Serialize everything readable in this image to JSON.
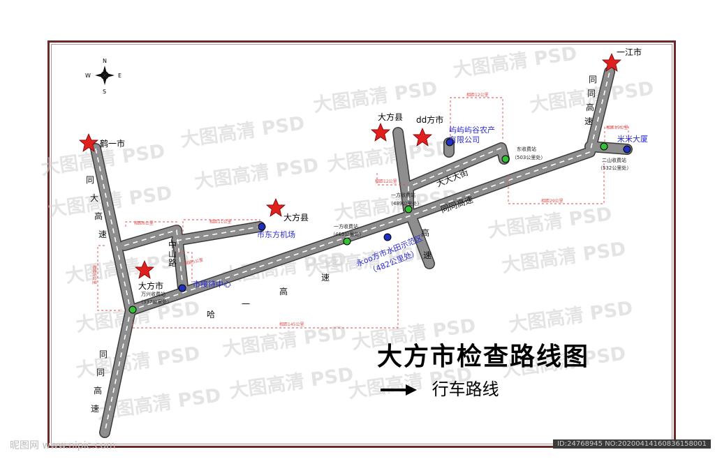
{
  "title": "大方市检查路线图",
  "legend": {
    "label": "行车路线"
  },
  "compass": {
    "n": "N",
    "s": "S",
    "w": "W",
    "e": "E"
  },
  "cities": [
    {
      "label": "鹤一市"
    },
    {
      "label": "大方县"
    },
    {
      "label": "大方县"
    },
    {
      "label": "dd方市"
    },
    {
      "label": "一江市"
    },
    {
      "label": "大方市"
    }
  ],
  "roads": {
    "west_up": "同大高速",
    "west_down": "同同高速",
    "central": "哈一高速",
    "zhongshan": "中山路",
    "dadada": "大大大街",
    "tongtong": "同同高速",
    "east": "同同高速",
    "south_short": "高速"
  },
  "pois": [
    {
      "label": "市东方机场"
    },
    {
      "label": "市接待中心"
    },
    {
      "label": "永oo方市水田示范区"
    },
    {
      "label": "（482公里处）"
    },
    {
      "label": "屿屿屿谷农产"
    },
    {
      "label": "有限公司"
    },
    {
      "label": "米米大厦"
    }
  ],
  "toll_stations": [
    {
      "name": "万兴收费站",
      "km": "（337公里处）"
    },
    {
      "name": "一方收费站",
      "km": "（463公里处）"
    },
    {
      "name": "一方收费站",
      "km": "（489公里处）"
    },
    {
      "name": "东收费站",
      "km": "（503公里处）"
    },
    {
      "name": "二山收费站",
      "km": "（532公里处）"
    }
  ],
  "distances": [
    "相距6公里",
    "相距11公里",
    "相距5公里",
    "相距5公里",
    "相距145公里",
    "相距12公里",
    "相距12公里",
    "相距29公里",
    "相距15公里"
  ],
  "watermark": "大图高清 PSD",
  "footer": {
    "left": "昵图网 www.nipic.com",
    "right": "ID:24768945 NO:20200414160836158001"
  },
  "colors": {
    "road": "#8e8e8e",
    "star": "#e0201e",
    "poi": "#1f2fbf",
    "toll": "#35c035",
    "frame": "#6b2a2a"
  }
}
